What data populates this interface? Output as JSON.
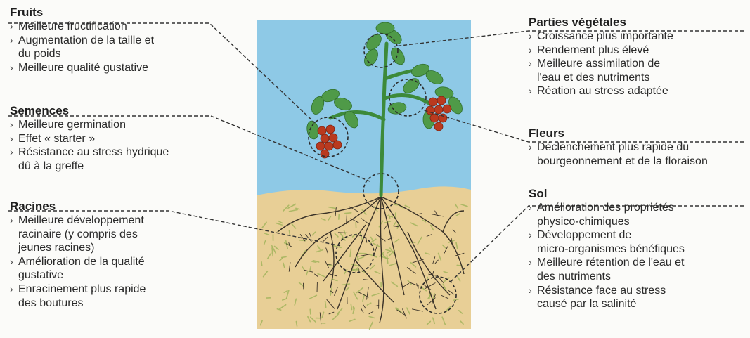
{
  "left": [
    {
      "id": "fruits",
      "title": "Fruits",
      "items": [
        "Meilleure fructification",
        [
          "Augmentation de la taille et",
          "du poids"
        ],
        "Meilleure qualité gustative"
      ]
    },
    {
      "id": "semences",
      "title": "Semences",
      "items": [
        "Meilleure germination",
        "Effet « starter »",
        [
          "Résistance au stress hydrique",
          "dû à la greffe"
        ]
      ]
    },
    {
      "id": "racines",
      "title": "Racines",
      "items": [
        [
          "Meilleure développement",
          "racinaire (y compris des",
          "jeunes racines)"
        ],
        [
          "Amélioration de la qualité",
          "gustative"
        ],
        [
          "Enracinement plus rapide",
          "des boutures"
        ]
      ]
    }
  ],
  "right": [
    {
      "id": "parties-vegetales",
      "title": "Parties végétales",
      "items": [
        "Croissance plus importante",
        "Rendement plus élevé",
        [
          "Meilleure assimilation de",
          "l'eau et des nutriments"
        ],
        "Réation au stress adaptée"
      ]
    },
    {
      "id": "fleurs",
      "title": "Fleurs",
      "items": [
        [
          "Déclenchement plus rapide du",
          "bourgeonnement et de la floraison"
        ]
      ]
    },
    {
      "id": "sol",
      "title": "Sol",
      "items": [
        [
          "Amélioration des propriétés",
          "physico-chimiques"
        ],
        [
          "Développement de",
          "micro-organismes bénéfiques"
        ],
        [
          "Meilleure rétention de l'eau et",
          "des nutriments"
        ],
        [
          "Résistance face au stress",
          "causé par la salinité"
        ]
      ]
    }
  ],
  "bullet_glyph": "›",
  "colors": {
    "sky": "#8ec9e6",
    "soil": "#e8cf96",
    "leaf": "#4f9a48",
    "stem": "#3d8a3a",
    "fruit": "#b93a1f",
    "root": "#3a3228",
    "dashed_line": "#333333"
  }
}
